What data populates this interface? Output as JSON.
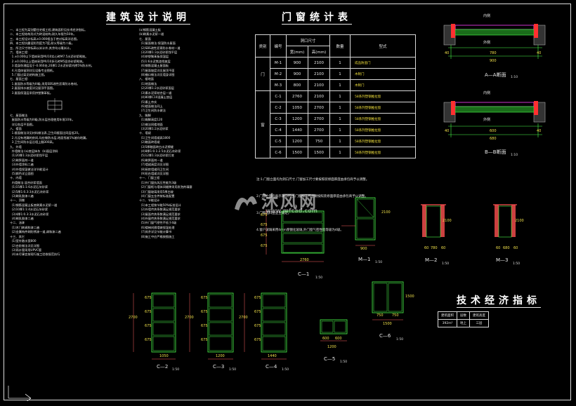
{
  "titles": {
    "design_notes": "建筑设计说明",
    "window_stats": "门窗统计表",
    "tech_index": "技术经济指标"
  },
  "window_table": {
    "headers": {
      "category": "类别",
      "code": "编号",
      "opening_size": "洞口尺寸",
      "width": "宽(mm)",
      "height": "高(mm)",
      "quantity": "数量",
      "style": "型式"
    },
    "groups": [
      {
        "category": "门",
        "rows": [
          {
            "code": "M-1",
            "width": "900",
            "height": "2100",
            "qty": "1",
            "style": "成品防盗门"
          },
          {
            "code": "M-2",
            "width": "900",
            "height": "2100",
            "qty": "1",
            "style": "木制门"
          },
          {
            "code": "M-3",
            "width": "800",
            "height": "2100",
            "qty": "1",
            "style": "木制门"
          }
        ]
      },
      {
        "category": "窗",
        "rows": [
          {
            "code": "C-1",
            "width": "2760",
            "height": "2100",
            "qty": "1",
            "style": "58系列塑钢推拉窗"
          },
          {
            "code": "C-2",
            "width": "1050",
            "height": "2700",
            "qty": "1",
            "style": "58系列塑钢推拉窗"
          },
          {
            "code": "C-3",
            "width": "1200",
            "height": "2700",
            "qty": "1",
            "style": "58系列塑钢推拉窗"
          },
          {
            "code": "C-4",
            "width": "1440",
            "height": "2700",
            "qty": "1",
            "style": "58系列塑钢推拉窗"
          },
          {
            "code": "C-5",
            "width": "1200",
            "height": "750",
            "qty": "1",
            "style": "58系列塑钢推拉窗"
          },
          {
            "code": "C-6",
            "width": "1500",
            "height": "1500",
            "qty": "1",
            "style": "58系列塑钢推拉窗"
          }
        ]
      }
    ],
    "notes": [
      "注:1.门窗立面均为洞口尺寸,门窗加工尺寸要按照装修面厚度由承包商予以调整。",
      "2.门窗立面均表示洞口尺寸,门窗加工尺寸要按照装修面厚度由承包商予以调整。",
      "3.门窗选料由业主确定。",
      "4.窗户玻璃采用4mm厚钢化玻璃,外门窗气密性能等级为4级。"
    ]
  },
  "design_notes": {
    "col1": "一、本工程为某别墅住宅楼工程,建筑面积见技术经济指标。\n二、本工程结构形式为砖混结构,耐久年限为50年。\n三、本工程设计标高±0.000相当于绝对标高详总图。\n四、本工程抗震设防烈度为7度,耐火等级为二级。\n五、所注尺寸除标高以米计外,其余均以毫米计。\n六、墙体工程:\n  1.±0.000以下墙体采用MU10实心砖M7.5水泥砂浆砌筑。\n  2.±0.000以上墙体采用MU10多孔砖M5混合砂浆砌筑。\n  3.墙身防潮层设于-0.060处,20厚1:2水泥砂浆内掺5%防水剂。\n  4.凡墙体留洞详见设备专业图纸。\n  5.门窗过梁见结构施工图。\n七、屋面工程:\n  1.屋面防水等级为III级,采用SBS改性沥青防水卷材。\n  2.屋面排水坡度详见屋顶平面图。\n  3.屋面保温层采用挤塑聚苯板。\n\n\n\n\n七、屋面做法\n  屋面防水等级为III级,防水层合理使用年限10年。\n  详见各层平面图。\n八、楼面\n  1.楼面做法详见材料做法表,卫生间楼面比同层低20。\n  2.凡设有地漏的房间,均应做防水层,地面找坡1%坡向地漏。\n  3.卫生间防水层沿墙上翻300高。\n九、外墙\n  外墙做法:(a)底层抹灰  (b)面层涂料\n  (1)20厚1:3水泥砂浆找平层\n  (2)刷界面剂一道\n  (3)外墙涂料二遍\n  (4)外墙保温做法详节能设计\n  (5)颜色详立面图\n十、内墙\n  内墙做法:混合砂浆墙面\n  (1)15厚1:1:6水泥石灰砂浆\n  (2)5厚1:0.3:3水泥石灰砂浆\n  (3)刷乳胶漆二遍\n十一、顶棚\n  (1)钢筋混凝土板底刷素水泥浆一道\n  (2)10厚1:1:4水泥石灰砂浆\n  (3)4厚1:0.3:3水泥石灰砂浆\n  (4)刷乳胶漆二遍\n十二、油漆\n  (1)木门刷调和漆二遍\n  (2)金属构件刷防锈漆一道,调和漆二遍\n十三、其它\n  (1)室外散水宽800\n  (2)台阶做法详见详图\n  (3)雨水管采用UPVC管\n  (4)未尽事宜按现行施工验收规范执行",
    "col2": "(a)钢筋混凝土板\n(b)刷素水泥浆一道\n七、屋面\n  (1)屋面做法:保温防水屋面\n  (2)SBS改性沥青防水卷材一道\n  (3)20厚1:3水泥砂浆找平层\n  (4)挤塑聚苯板保温层\n  (5)1:6水泥焦渣找坡层\n  (6)钢筋混凝土屋面板\n  (7)屋面坡度详见屋顶平面\n  (8)檐口做法详见墙身详图\n八、楼地面\n  (1)地面做法\n  (2)20厚1:2水泥砂浆面层\n  (3)素水泥浆结合层一道\n  (4)80厚C10混凝土垫层\n  (5)素土夯实\n  (6)楼面做法同上\n  (7)卫生间防水做法\n九、踢脚\n  (1)踢脚高度120\n  (2)做法同楼地面\n  (3)20厚1:2水泥砂浆\n十、墙裙\n  (1)卫生间墙裙高1800\n  (2)釉面砖墙裙\n  (3)5厚釉面砖白水泥擦缝\n  (4)8厚1:0.1:2.5水泥石灰砂浆\n  (5)12厚1:3水泥砂浆打底\n  (6)刷界面剂一道\n  (7)墙裙高度详见详图\n  (8)厨房墙裙同卫生间\n  (9)阳台墙裙详见详图\n十一、门窗工程\n  (1)外门窗抗风压性能为3级\n  (2)门窗框与墙体间缝隙采用发泡剂填塞\n  (3)门窗玻璃采用5厚白玻\n  (4)门窗五金件按标准配置\n十二、节能设计\n  (1)本工程按节能50%标准设计\n  (2)外墙传热系数满足规范要求\n  (3)屋面传热系数满足规范要求\n  (4)外窗传热系数满足规范要求\n  (5)外门窗气密性不低于4级\n  (6)楼梯间隔墙做保温处理\n  (7)其余详见节能计算书\n  (8)施工中应严格按图施工"
  },
  "sections": {
    "a": {
      "inside": "内侧",
      "outside": "外侧",
      "label": "A—A断面",
      "scale": "1:10",
      "dims": [
        "40",
        "780",
        "40",
        "900"
      ]
    },
    "b": {
      "inside": "内侧",
      "outside": "外侧",
      "label": "B—B断面",
      "scale": "1:10",
      "dims": [
        "40",
        "600",
        "40",
        "680"
      ]
    }
  },
  "elevations": {
    "C-1": {
      "label": "C—1",
      "scale": "1:50",
      "w": "2760",
      "h": [
        "675",
        "675",
        "675",
        "675"
      ]
    },
    "M-1": {
      "label": "M—1",
      "scale": "1:50",
      "w": "900",
      "h": [
        "2100"
      ]
    },
    "M-2": {
      "label": "M—2",
      "scale": "1:50",
      "w": "780",
      "d1": "60",
      "d2": "60",
      "h": "2100"
    },
    "M-3": {
      "label": "M—3",
      "scale": "1:50",
      "w": "680",
      "d1": "60",
      "d2": "60",
      "h": "2100"
    },
    "C-2": {
      "label": "C—2",
      "scale": "1:50",
      "w": "1050",
      "h": "2700",
      "parts": [
        "675",
        "675",
        "675",
        "675"
      ]
    },
    "C-3": {
      "label": "C—3",
      "scale": "1:50",
      "w": "1200",
      "h": "2700",
      "parts": [
        "675",
        "675",
        "675",
        "675"
      ]
    },
    "C-4": {
      "label": "C—4",
      "scale": "1:50",
      "w": "1440",
      "h": "2700",
      "parts": [
        "675",
        "675",
        "675",
        "675"
      ]
    },
    "C-5": {
      "label": "C—5",
      "scale": "1:50",
      "w": "1200",
      "parts": [
        "600",
        "600"
      ]
    },
    "C-6": {
      "label": "C—6",
      "scale": "1:50",
      "w": "1500",
      "parts": [
        "750",
        "750"
      ],
      "h": "1500"
    }
  },
  "tech_table": {
    "headers": [
      "建筑面积",
      "层数",
      "建筑高度"
    ],
    "values": [
      "392m²",
      "地上",
      "三层"
    ]
  },
  "watermark": {
    "text": "沐风网",
    "url": "www.mfcad.com"
  }
}
